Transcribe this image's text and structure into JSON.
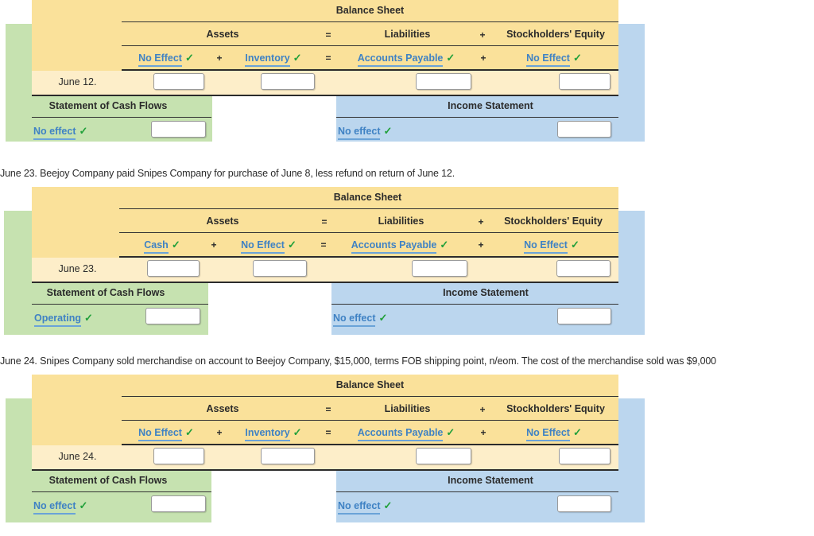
{
  "page": {
    "bs_title": "Balance Sheet",
    "assets_label": "Assets",
    "liabilities_label": "Liabilities",
    "equity_label": "Stockholders' Equity",
    "eq_sign": "=",
    "plus_sign": "+",
    "cash_flows_title": "Statement of Cash Flows",
    "income_stmt_title": "Income Statement",
    "check_glyph": "✓"
  },
  "colors": {
    "yellow_header": "#fae19a",
    "cream_row": "#fdeec9",
    "green_panel": "#c6e2b0",
    "blue_panel": "#bbd6ee",
    "link_blue": "#3f82c4",
    "check_green": "#21a03a",
    "rule_dark": "#333333"
  },
  "transactions": [
    {
      "id": "june-12",
      "description": "",
      "date_label": "June 12.",
      "accounts": [
        {
          "label": "No Effect",
          "name": "assets-account-link"
        },
        {
          "label": "Inventory",
          "name": "assets-second-account-link"
        },
        {
          "label": "Accounts Payable",
          "name": "liabilities-account-link"
        },
        {
          "label": "No Effect",
          "name": "equity-account-link"
        }
      ],
      "cash_flow_effect": "No effect",
      "income_effect": "No effect",
      "inputs": [
        "",
        "",
        "",
        "",
        "",
        ""
      ]
    },
    {
      "id": "june-23",
      "description": "June 23. Beejoy Company paid Snipes Company for purchase of June 8, less refund on return of June 12.",
      "date_label": "June 23.",
      "accounts": [
        {
          "label": "Cash",
          "name": "assets-account-link"
        },
        {
          "label": "No Effect",
          "name": "assets-second-account-link"
        },
        {
          "label": "Accounts Payable",
          "name": "liabilities-account-link"
        },
        {
          "label": "No Effect",
          "name": "equity-account-link"
        }
      ],
      "cash_flow_effect": "Operating",
      "income_effect": "No effect",
      "inputs": [
        "",
        "",
        "",
        "",
        "",
        ""
      ]
    },
    {
      "id": "june-24",
      "description": "June 24. Snipes Company sold merchandise on account to Beejoy Company, $15,000, terms FOB shipping point, n/eom. The cost of the merchandise sold was $9,000",
      "date_label": "June 24.",
      "accounts": [
        {
          "label": "No Effect",
          "name": "assets-account-link"
        },
        {
          "label": "Inventory",
          "name": "assets-second-account-link"
        },
        {
          "label": "Accounts Payable",
          "name": "liabilities-account-link"
        },
        {
          "label": "No Effect",
          "name": "equity-account-link"
        }
      ],
      "cash_flow_effect": "No effect",
      "income_effect": "No effect",
      "inputs": [
        "",
        "",
        "",
        "",
        "",
        ""
      ]
    }
  ]
}
